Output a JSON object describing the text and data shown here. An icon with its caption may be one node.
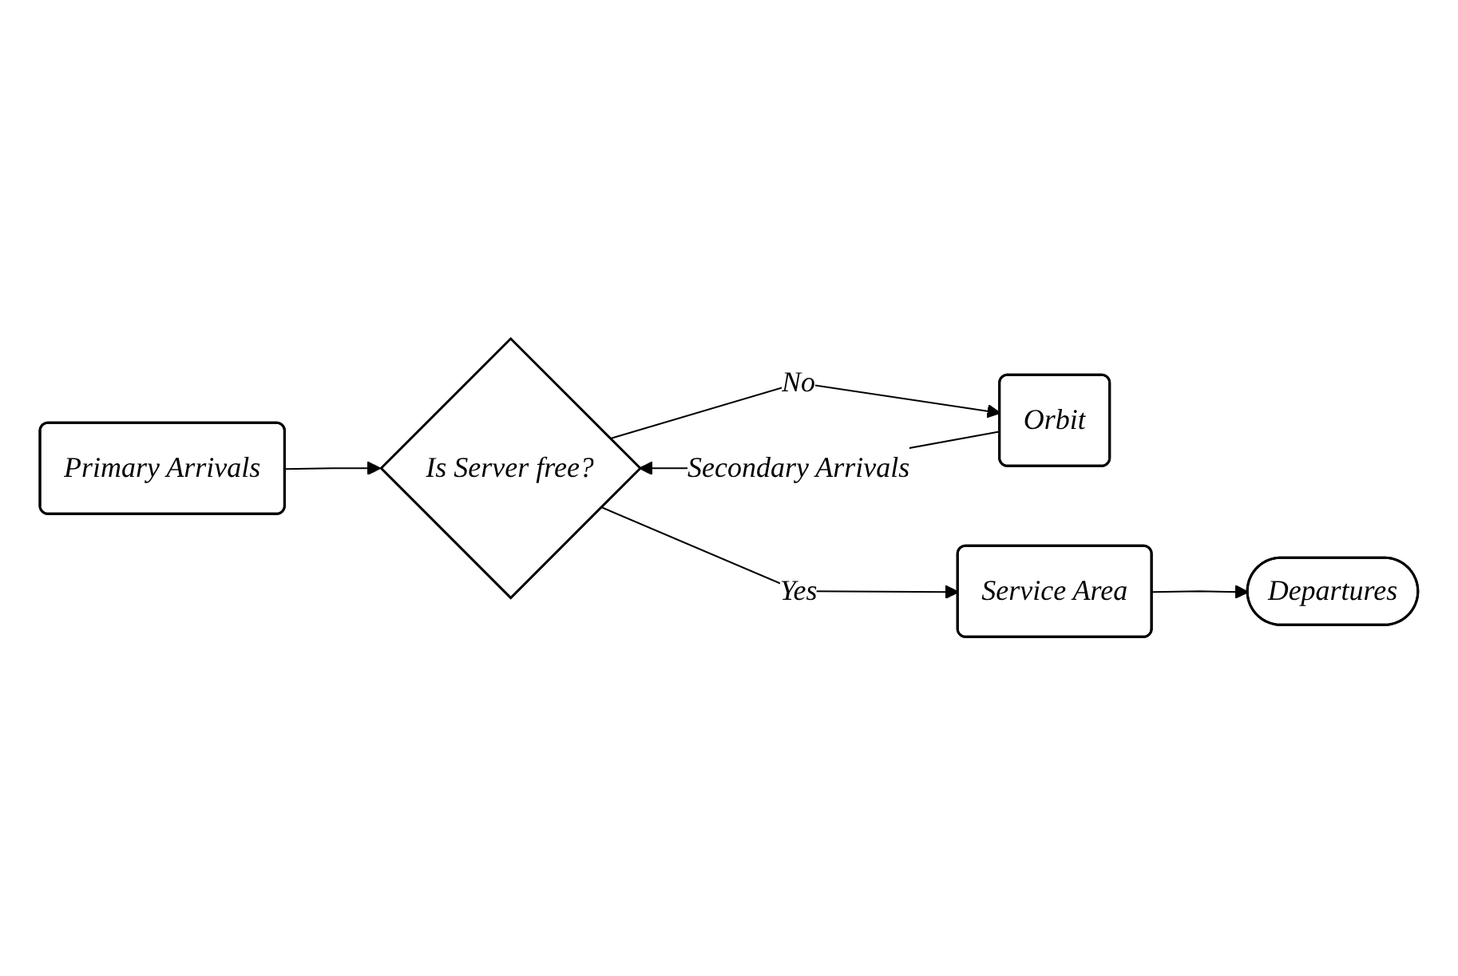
{
  "diagram": {
    "nodes": [
      {
        "text": [
          "Primary Arrivals"
        ]
      },
      {
        "text": [
          "Is Server free?"
        ]
      },
      {
        "text": [
          "Orbit"
        ]
      },
      {
        "text": [
          "Service Area"
        ]
      },
      {
        "text": [
          "Departures"
        ]
      }
    ],
    "edges": [
      {
        "from": 0,
        "to": 1,
        "arrow": "to"
      },
      {
        "from": 1,
        "to": 2,
        "arrow": "to",
        "label": "No"
      },
      {
        "from": 2,
        "to": 1,
        "arrow": "to",
        "label": "Secondary Arrivals"
      },
      {
        "from": 1,
        "to": 3,
        "arrow": "to",
        "label": "Yes"
      },
      {
        "from": 3,
        "to": 4,
        "arrow": "to"
      }
    ]
  }
}
